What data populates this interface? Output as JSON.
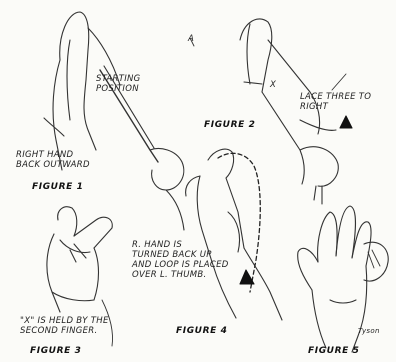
{
  "annotations": {
    "starting_position": "STARTING\nPOSITION",
    "right_hand_back": "RIGHT HAND\nBACK OUTWARD",
    "cord_to_right": "LACE THREE TO\nRIGHT",
    "r_hand_turned": "R. HAND IS\nTURNED BACK UP\nAND LOOP IS PLACED\nOVER L. THUMB.",
    "x_held": "\"X\" IS HELD BY THE\nSECOND FINGER.",
    "x_mark": "X",
    "small_a": "A",
    "signature": "Tyson"
  },
  "figures": {
    "fig1": "FIGURE 1",
    "fig2": "FIGURE 2",
    "fig3": "FIGURE 3",
    "fig4": "FIGURE 4",
    "fig5": "FIGURE 5"
  }
}
